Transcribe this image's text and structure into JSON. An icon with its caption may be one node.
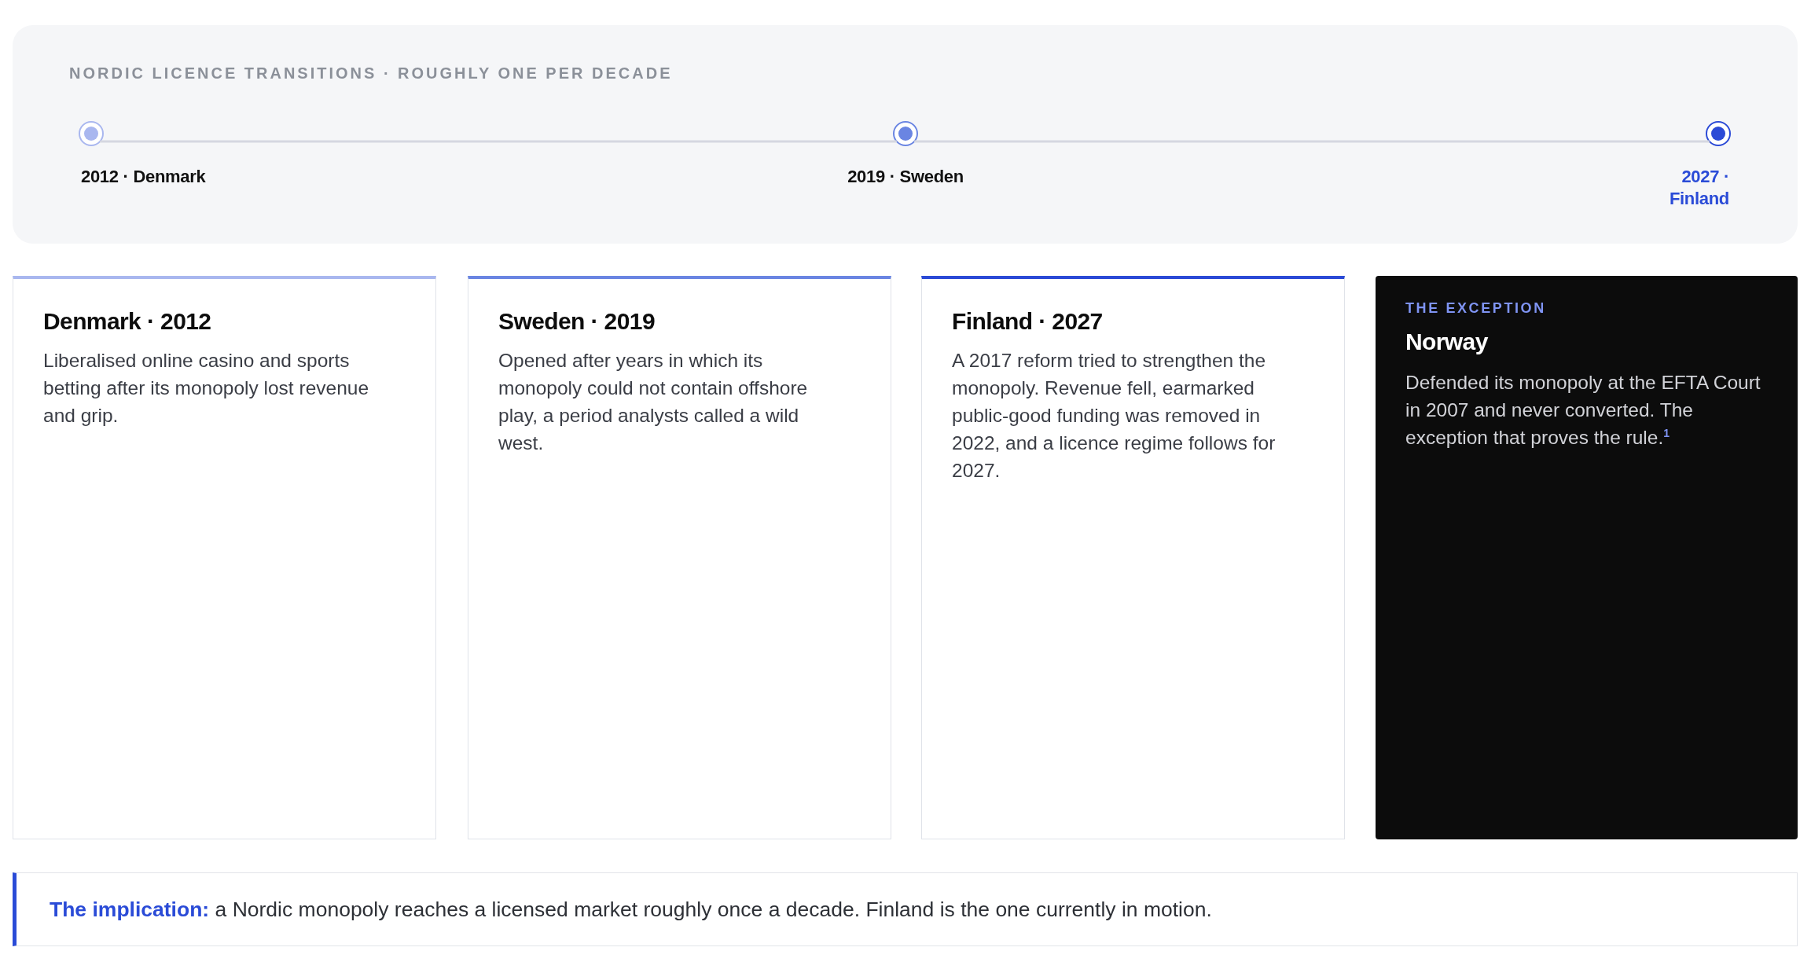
{
  "diagram": {
    "nodes": [
      {
        "text": [
          "NORDIC LICENCE TRANSITIONS · ROUGHLY ONE PER DECADE"
        ]
      },
      {
        "text": [],
        "shape": "circle",
        "beside": [
          "2012 · Denmark"
        ],
        "in": 0
      },
      {
        "text": [],
        "shape": "circle",
        "beside": [
          "2019 · Sweden"
        ],
        "in": 0
      },
      {
        "text": [],
        "shape": "circle",
        "beside": [
          "2027 · Finland"
        ],
        "in": 0
      },
      {
        "text": [
          "Denmark · 2012",
          "Liberalised online casino and sports betting after its monopoly lost revenue and grip."
        ]
      },
      {
        "text": [
          "Sweden · 2019",
          "Opened after years in which its monopoly could not contain offshore play, a period analysts called a wild west."
        ]
      },
      {
        "text": [
          "Finland · 2027",
          "A 2017 reform tried to strengthen the monopoly. Revenue fell, earmarked public-good funding was removed in 2022, and a licence regime follows for 2027."
        ]
      },
      {
        "text": [
          "THE EXCEPTION",
          "Norway",
          "Defended its monopoly at the EFTA Court in 2007 and never converted. The exception that proves the rule.$^{1}$"
        ]
      },
      {
        "text": [
          "**The implication:** a Nordic monopoly reaches a licensed market roughly once a decade. Finland is the one currently in motion."
        ]
      }
    ],
    "edges": [
      {
        "from": 1,
        "to": 2,
        "arrow": "none"
      },
      {
        "from": 2,
        "to": 3,
        "arrow": "none"
      }
    ]
  }
}
